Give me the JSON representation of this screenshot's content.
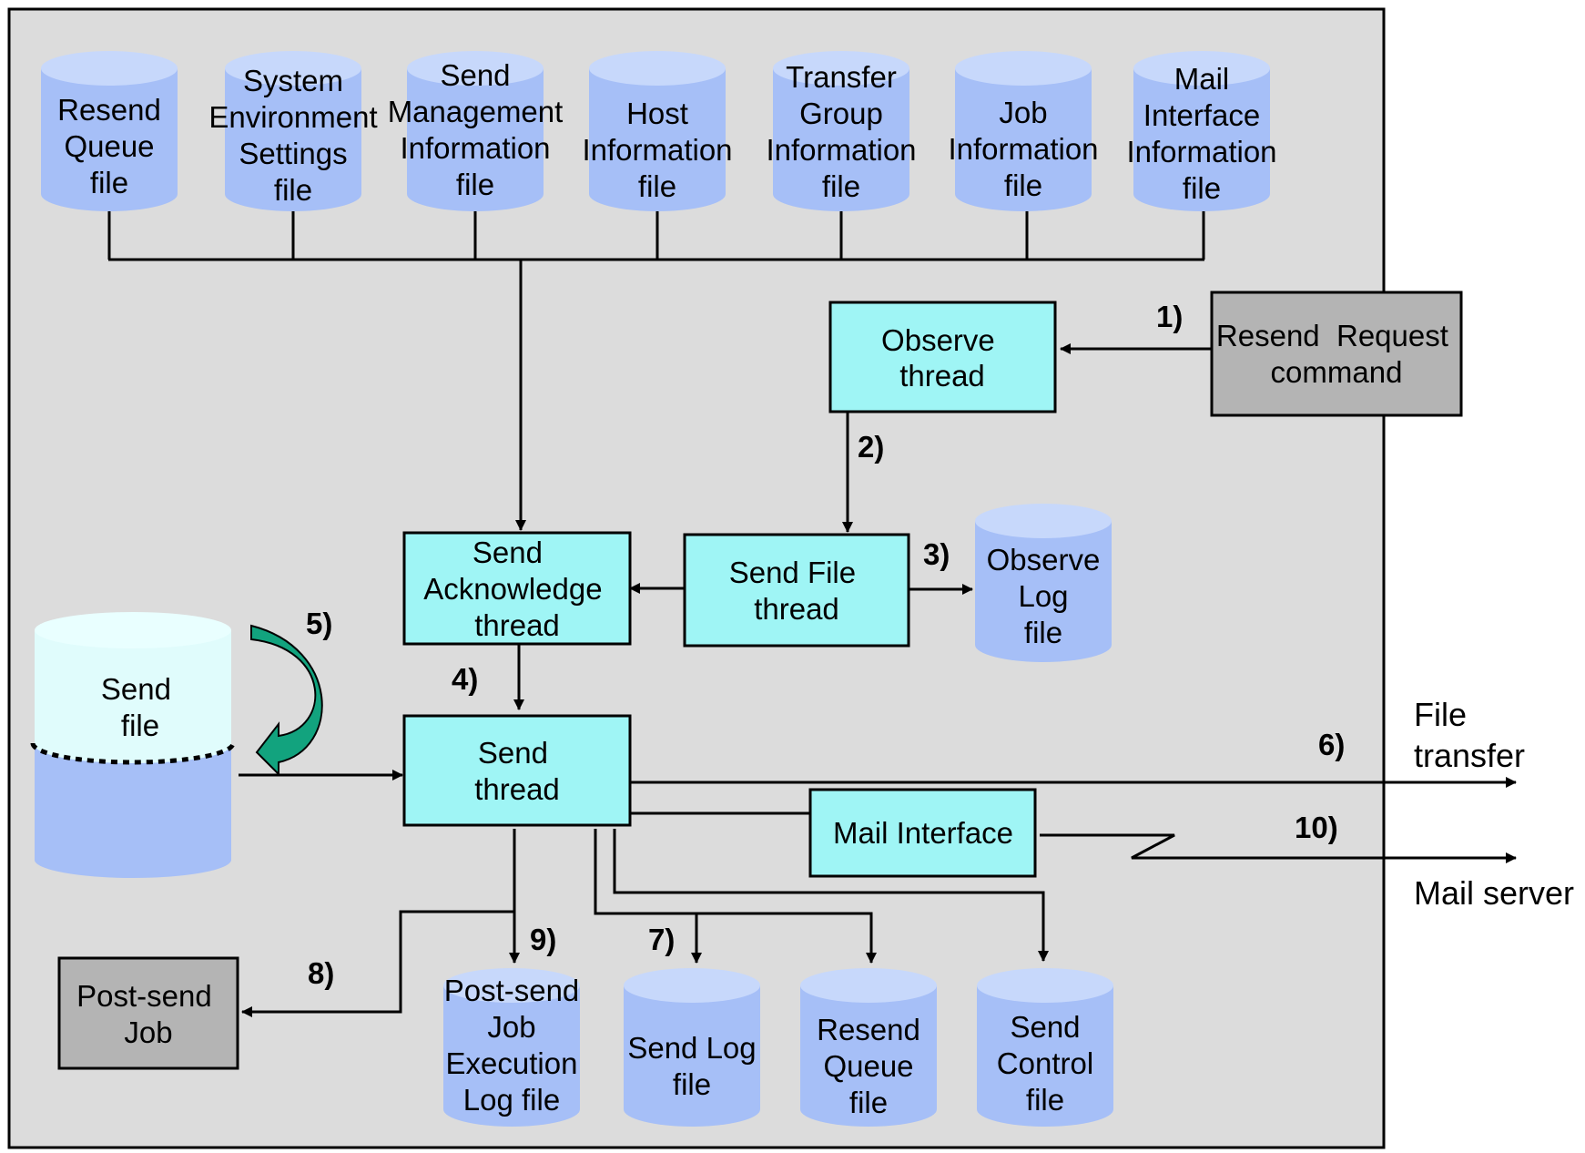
{
  "colors": {
    "background": "#dcdcdc",
    "cylinder_body": "#a6bff7",
    "cylinder_top": "#c7d8fb",
    "send_file_upper": "#e0fcfc",
    "send_file_top": "#e9ffff",
    "thread_box": "#9ff5f5",
    "external_box": "#b4b4b4",
    "curved_arrow": "#12a37e"
  },
  "top_files": {
    "resend_queue": [
      "Resend",
      "Queue",
      "file"
    ],
    "system_env": [
      "System",
      "Environment",
      "Settings",
      "file"
    ],
    "send_mgmt": [
      "Send",
      "Management",
      "Information",
      "file"
    ],
    "host_info": [
      "Host",
      "Information",
      "file"
    ],
    "transfer_group": [
      "Transfer",
      "Group",
      "Information",
      "file"
    ],
    "job_info": [
      "Job",
      "Information",
      "file"
    ],
    "mail_if_info": [
      "Mail",
      "Interface",
      "Information",
      "file"
    ]
  },
  "threads": {
    "observe": [
      "Observe",
      "thread"
    ],
    "send_file": [
      "Send File",
      "thread"
    ],
    "send_ack": [
      "Send",
      "Acknowledge",
      "thread"
    ],
    "send": [
      "Send",
      "thread"
    ],
    "mail_interface": [
      "Mail Interface"
    ]
  },
  "external_boxes": {
    "resend_request": [
      "Resend  Request",
      "command"
    ],
    "post_send_job": [
      "Post-send",
      "Job"
    ]
  },
  "files": {
    "observe_log": [
      "Observe",
      "Log",
      "file"
    ],
    "send_file": [
      "Send",
      "file"
    ],
    "post_send_log": [
      "Post-send",
      "Job",
      "Execution",
      "Log  file"
    ],
    "send_log": [
      "Send  Log",
      "file"
    ],
    "resend_queue_bottom": [
      "Resend",
      "Queue",
      "file"
    ],
    "send_control": [
      "Send",
      "Control",
      "file"
    ]
  },
  "steps": [
    "1)",
    "2)",
    "3)",
    "4)",
    "5)",
    "6)",
    "7)",
    "8)",
    "9)",
    "10)"
  ],
  "outputs": {
    "file_transfer": [
      "File",
      "transfer"
    ],
    "mail_server": [
      "Mail server"
    ]
  }
}
